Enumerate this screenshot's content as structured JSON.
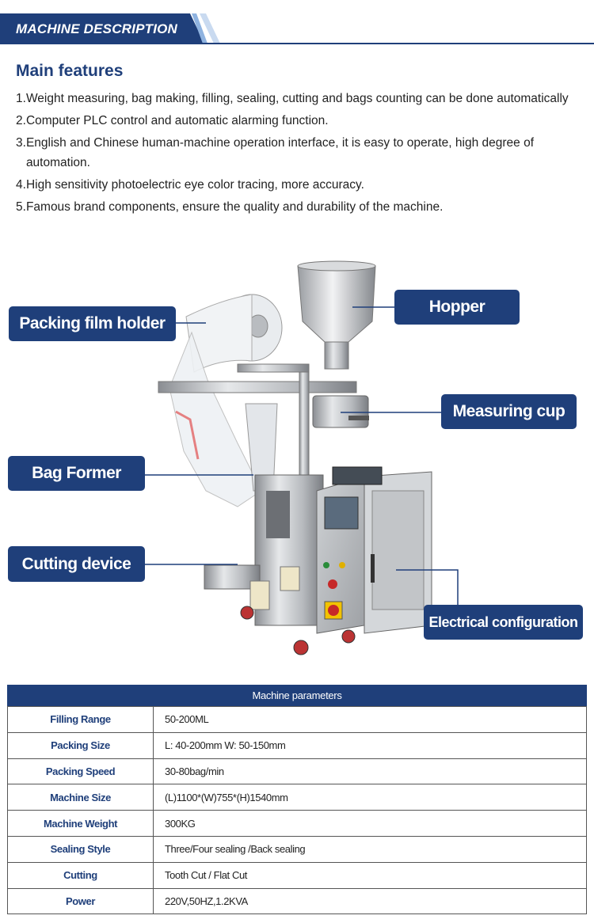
{
  "header": {
    "title": "MACHINE DESCRIPTION"
  },
  "features": {
    "title": "Main features",
    "items": [
      {
        "num": "1.",
        "text": "Weight measuring, bag making, filling, sealing, cutting and bags counting can be done automatically"
      },
      {
        "num": "2.",
        "text": "Computer PLC control and automatic alarming function."
      },
      {
        "num": "3.",
        "text": "English and Chinese human-machine operation interface, it is easy to operate, high degree of automation."
      },
      {
        "num": "4.",
        "text": "High sensitivity photoelectric eye color tracing, more accuracy."
      },
      {
        "num": "5.",
        "text": "Famous brand components, ensure the quality and durability of the machine."
      }
    ]
  },
  "callouts": {
    "packing_film_holder": "Packing film holder",
    "hopper": "Hopper",
    "measuring_cup": "Measuring cup",
    "bag_former": "Bag Former",
    "cutting_device": "Cutting device",
    "electrical_configuration": "Electrical configuration"
  },
  "parameters": {
    "title": "Machine parameters",
    "rows": [
      {
        "key": "Filling Range",
        "value": "50-200ML"
      },
      {
        "key": "Packing Size",
        "value": "L: 40-200mm W: 50-150mm"
      },
      {
        "key": "Packing Speed",
        "value": "30-80bag/min"
      },
      {
        "key": "Machine Size",
        "value": "(L)1100*(W)755*(H)1540mm"
      },
      {
        "key": "Machine Weight",
        "value": "300KG"
      },
      {
        "key": "Sealing Style",
        "value": "Three/Four sealing /Back sealing"
      },
      {
        "key": "Cutting",
        "value": "Tooth Cut / Flat Cut"
      },
      {
        "key": "Power",
        "value": "220V,50HZ,1.2KVA"
      }
    ]
  },
  "colors": {
    "brand": "#1f3f7a",
    "accent_light": "#8fb3e0"
  }
}
